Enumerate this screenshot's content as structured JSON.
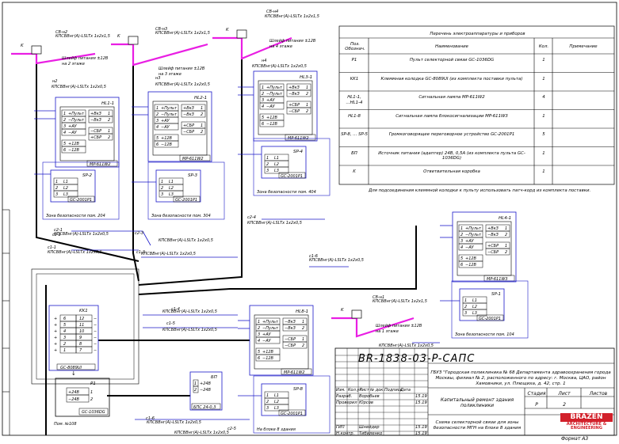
{
  "drawing_code": "BR-1838-03-P-САПС",
  "format": "Формат А3",
  "legend": {
    "title": "Перечень электроаппаратуры и приборов",
    "headers": [
      "Поз. Обознач.",
      "Наименование",
      "Кол.",
      "Примечание"
    ],
    "rows": [
      {
        "pos": "P1",
        "name": "Пульт селекторной связи GC-1036DG",
        "qty": "1",
        "note": ""
      },
      {
        "pos": "KK1",
        "name": "Клеммная колодка GC-8089UI (из комплекта поставки пульта)",
        "qty": "1",
        "note": ""
      },
      {
        "pos": "HL1-1, ...HL1-4",
        "name": "Сигнальная лампа MP-611W2",
        "qty": "4",
        "note": ""
      },
      {
        "pos": "HL1-8",
        "name": "Сигнальная лампа блокосигнализации MP-611W3",
        "qty": "1",
        "note": ""
      },
      {
        "pos": "SP-8, ... SP-5",
        "name": "Громкоговорящее переговорное устройство GC-2001P1",
        "qty": "5",
        "note": ""
      },
      {
        "pos": "БП",
        "name": "Источник питания (адаптер) 24В, 0,5А (из комплекта пульта GC-1036DG)",
        "qty": "1",
        "note": ""
      },
      {
        "pos": "K",
        "name": "Ответвительная коробка",
        "qty": "1",
        "note": ""
      }
    ],
    "note": "Для подсоединения клеммной колодки к пульту использовать патч-корд из комплекта поставки."
  },
  "title_block": {
    "project": "ГБУЗ \"Городская поликлиника № 68 Департамента здравоохранения города Москвы, филиал № 2, расположенного по адресу: г. Москва, ЦАО, район Хамовники, ул. Плющиха, д. 42, стр. 1",
    "work": "Капитальный ремонт здания поликлиники",
    "sheet_title": "Схема селекторной связи для зоны безопасности МГН на блоке 8 здания",
    "stage_label": "Стадия",
    "sheet_label": "Лист",
    "sheets_label": "Листов",
    "stage": "Р",
    "sheet": "2",
    "sheets": "",
    "col_headers": [
      "Изм.",
      "Кол.уч",
      "Лист",
      "№ док.",
      "Подпись",
      "Дата"
    ],
    "roles": [
      {
        "role": "Разраб.",
        "name": "Воробьев",
        "date": "15.19"
      },
      {
        "role": "Проверил",
        "name": "Юрсов",
        "date": "15.19"
      },
      {
        "role": "ГИП",
        "name": "Шнейдер",
        "date": "15.19"
      },
      {
        "role": "Н.контр.",
        "name": "Тибиленко",
        "date": "15.19"
      }
    ],
    "logo_line1": "BRAZEN",
    "logo_line2": "ARCHITECTURE & ENGINEERING"
  },
  "cables": {
    "feed": "КПСВВнг(А)-LSLTx 1x2x1,5",
    "signal": "КПСВВнг(А)-LSLTx 1x2x0,5"
  },
  "wire_labels": [
    "СВ-н2",
    "СВ-н3",
    "СВ-н4",
    "СВ-н1",
    "н2",
    "н3",
    "н4",
    "с2-1",
    "с2-2",
    "с2-3",
    "с2-4",
    "с2-5",
    "с1-1",
    "с1-3",
    "с1-4",
    "с1-5",
    "с1-6",
    "Р1-н1"
  ],
  "feed_notes": [
    "Шлейф питания ±12В на 2 этаже",
    "Шлейф питания ±12В на 3 этаже",
    "Шлейф питания ±12В на 4 этаже",
    "Шлейф питания ±12В на 1 этаже"
  ],
  "zones": [
    "Зона безопасности пом. 204",
    "Зона безопасности пом. 304",
    "Зона безопасности пом. 404",
    "Зона безопасности пом. 104",
    "Пом. №108",
    "На блоке 8 здания"
  ],
  "hl_terms": [
    "+Пульт",
    "−Пульт",
    "+АУ",
    "−АУ",
    "+12В",
    "−12В"
  ],
  "hl_right": [
    "+ВкЗ",
    "−ВкЗ",
    "−СБР",
    "+СБР"
  ],
  "hl_right_b": [
    "+ВкЗ",
    "−ВкЗ",
    "+СБР",
    "−СБР"
  ],
  "hl_right_c": [
    "−ВкЗ",
    "−ВкЗ",
    "−СБР",
    "−СБР"
  ],
  "sp_terms": [
    "L1",
    "L2",
    "L3"
  ],
  "lamp_model": "MP-611W2",
  "lamp_model_b": "MP-611W3",
  "sp_model": "GC-2001P1",
  "kk_model": "GC-8089UI",
  "p_model": "GC-1036DG",
  "bp_model": "БПС 24-0,3",
  "bp_terms": [
    "+24В",
    "−24В"
  ],
  "kk_left": [
    "+",
    "+",
    "+",
    "+",
    "+",
    "+"
  ],
  "kk_left_nums": [
    "6",
    "5",
    "4",
    "3",
    "2",
    "1"
  ],
  "kk_right_nums": [
    "12",
    "11",
    "10",
    "9",
    "8",
    "7"
  ],
  "kk_right": [
    "−",
    "−",
    "−",
    "−",
    "−",
    "−"
  ],
  "colors": {
    "feed": "#e91ee3",
    "wire": "#1a18c9",
    "trunk": "#000000",
    "box": "#1a18c9",
    "logo": "#d2202a"
  },
  "designations": {
    "hl": [
      "HL1-1",
      "HL2-1",
      "HL3-1",
      "HL4-1",
      "HL8-1"
    ],
    "sp": [
      "SP-1",
      "SP-2",
      "SP-3",
      "SP-4",
      "SP-8"
    ],
    "k": "K",
    "kk": "KK1",
    "p": "P1",
    "bp": "БП"
  }
}
